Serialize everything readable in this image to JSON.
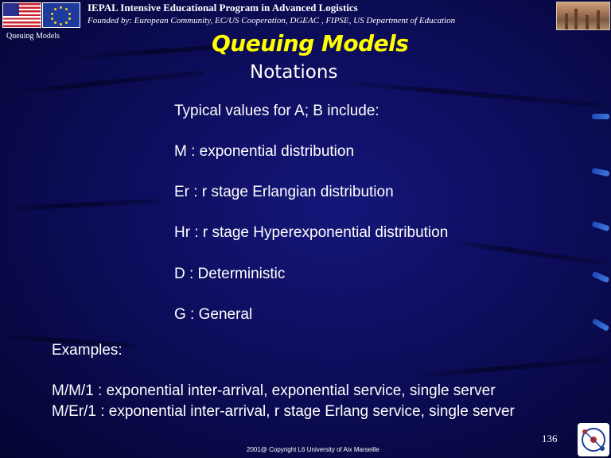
{
  "header": {
    "title": "IEPAL Intensive Educational Program in Advanced Logistics",
    "subtitle": "Founded by: European Community, EC/US Cooperation, DGEAC , FIPSE, US Department of Education"
  },
  "side_label": "Queuing Models",
  "slide": {
    "title": "Queuing Models",
    "subtitle": "Notations",
    "items": [
      "Typical values for A; B include:",
      "M : exponential distribution",
      "Er :  r stage Erlangian distribution",
      "Hr : r stage Hyperexponential distribution",
      "D : Deterministic",
      "G : General"
    ],
    "examples_heading": "Examples:",
    "examples": [
      "M/M/1 : exponential inter-arrival, exponential service, single server",
      "M/Er/1 : exponential inter-arrival, r stage Erlang service, single server"
    ]
  },
  "footer": {
    "page_number": "136",
    "copyright": "2001@ Copyright  L6 University of Aix Marseille"
  },
  "colors": {
    "background": "#0d0d5c",
    "title": "#ffff00",
    "text": "#ffffff"
  },
  "icons": [
    "us-flag-icon",
    "eu-flag-icon",
    "logistics-photo",
    "university-logo"
  ]
}
